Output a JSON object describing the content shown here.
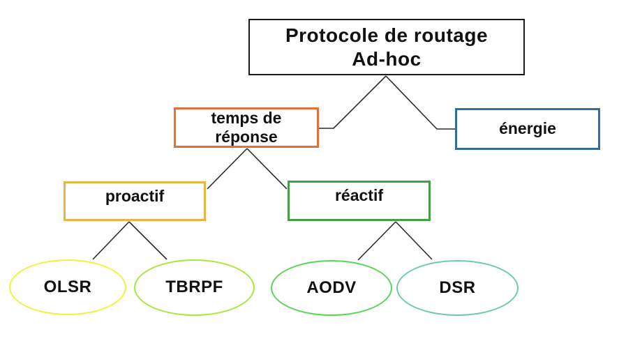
{
  "diagram": {
    "line_color": "#2a2a2a",
    "nodes": {
      "root": {
        "label": "Protocole de routage\nAd-hoc",
        "shape": "rect",
        "border_color": "#1a1a1a"
      },
      "temps": {
        "label": "temps de\nréponse",
        "shape": "rect",
        "border_color": "#e2703a"
      },
      "energie": {
        "label": "énergie",
        "shape": "rect",
        "border_color": "#336e9e"
      },
      "proactif": {
        "label": "proactif",
        "shape": "rect",
        "border_color": "#edb144"
      },
      "reactif": {
        "label": "réactif",
        "shape": "rect",
        "border_color": "#44a044"
      },
      "olsr": {
        "label": "OLSR",
        "shape": "ellipse",
        "border_color": "#f0f23c"
      },
      "tbrpf": {
        "label": "TBRPF",
        "shape": "ellipse",
        "border_color": "#a6e83a"
      },
      "aodv": {
        "label": "AODV",
        "shape": "ellipse",
        "border_color": "#55d655"
      },
      "dsr": {
        "label": "DSR",
        "shape": "ellipse",
        "border_color": "#70c8a8"
      }
    },
    "edges": [
      {
        "from": "root",
        "to": "temps"
      },
      {
        "from": "root",
        "to": "energie"
      },
      {
        "from": "temps",
        "to": "proactif"
      },
      {
        "from": "temps",
        "to": "reactif"
      },
      {
        "from": "proactif",
        "to": "olsr"
      },
      {
        "from": "proactif",
        "to": "tbrpf"
      },
      {
        "from": "reactif",
        "to": "aodv"
      },
      {
        "from": "reactif",
        "to": "dsr"
      }
    ]
  }
}
